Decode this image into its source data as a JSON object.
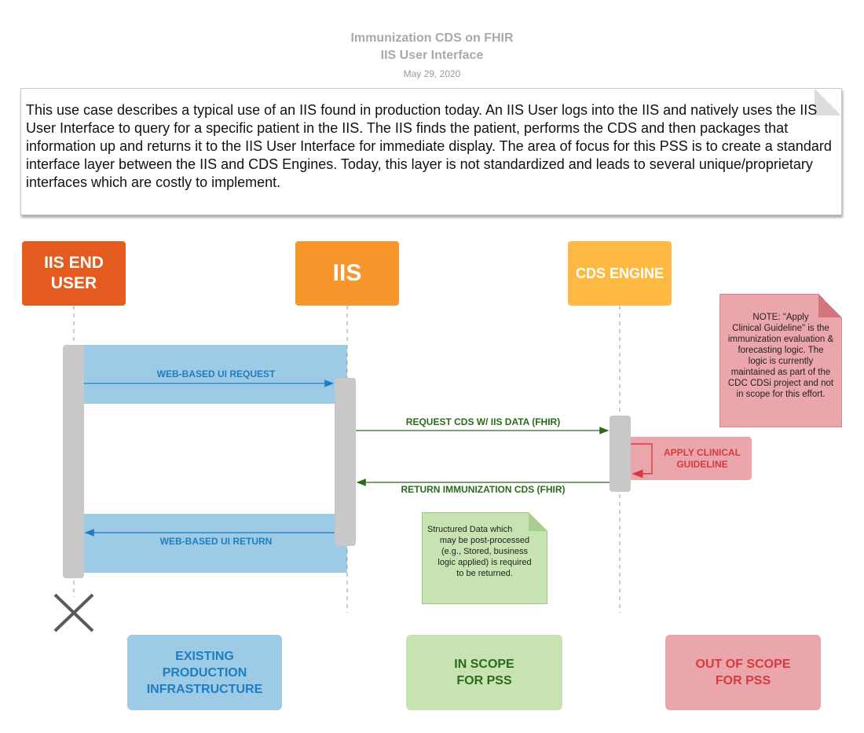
{
  "header": {
    "title_line1": "Immunization CDS on FHIR",
    "title_line2": "IIS User Interface",
    "date": "May 29, 2020"
  },
  "description": "This use case describes a typical use of an IIS found in production today. An IIS User logs into the IIS and natively uses the IIS User Interface to query for a specific patient in the IIS.  The IIS finds the patient, performs the CDS and then packages that information up and returns it to the IIS User Interface for immediate display.  The area of focus for this PSS is to create a standard interface layer between the IIS and CDS Engines. Today, this layer is not standardized and leads to several unique/proprietary interfaces which are costly to implement.",
  "actors": {
    "user_line1": "IIS END",
    "user_line2": "USER",
    "iis": "IIS",
    "cds": "CDS ENGINE"
  },
  "messages": {
    "web_request": "WEB-BASED UI REQUEST",
    "request_cds": "REQUEST CDS  W/ IIS DATA (FHIR)",
    "apply_line1": "APPLY CLINICAL",
    "apply_line2": "GUIDELINE",
    "return_cds": "RETURN IMMUNIZATION CDS (FHIR)",
    "web_return": "WEB-BASED UI RETURN"
  },
  "notes": {
    "apply_note_lines": [
      "NOTE: \"Apply",
      "Clinical Guideline\" is the",
      "immunization evaluation &",
      "forecasting logic. The",
      "logic is currently",
      "maintained as part of the",
      "CDC CDSi project and not",
      "in scope for this effort."
    ],
    "struct_note_lines": [
      "Structured Data which",
      "may be post-processed",
      "(e.g., Stored, business",
      "logic applied) is required",
      "to be returned."
    ]
  },
  "legend": {
    "existing_line1": "EXISTING",
    "existing_line2": "PRODUCTION",
    "existing_line3": "INFRASTRUCTURE",
    "inscope_line1": "IN SCOPE",
    "inscope_line2": "FOR PSS",
    "outscope_line1": "OUT OF SCOPE",
    "outscope_line2": "FOR PSS"
  },
  "colors": {
    "existing": "#9dcbe6",
    "inscope": "#c8e3b2",
    "outscope": "#eba6ac",
    "blue_arrow": "#1d7dc2",
    "green_arrow": "#2a6b1a",
    "red_arrow": "#d43a41"
  }
}
